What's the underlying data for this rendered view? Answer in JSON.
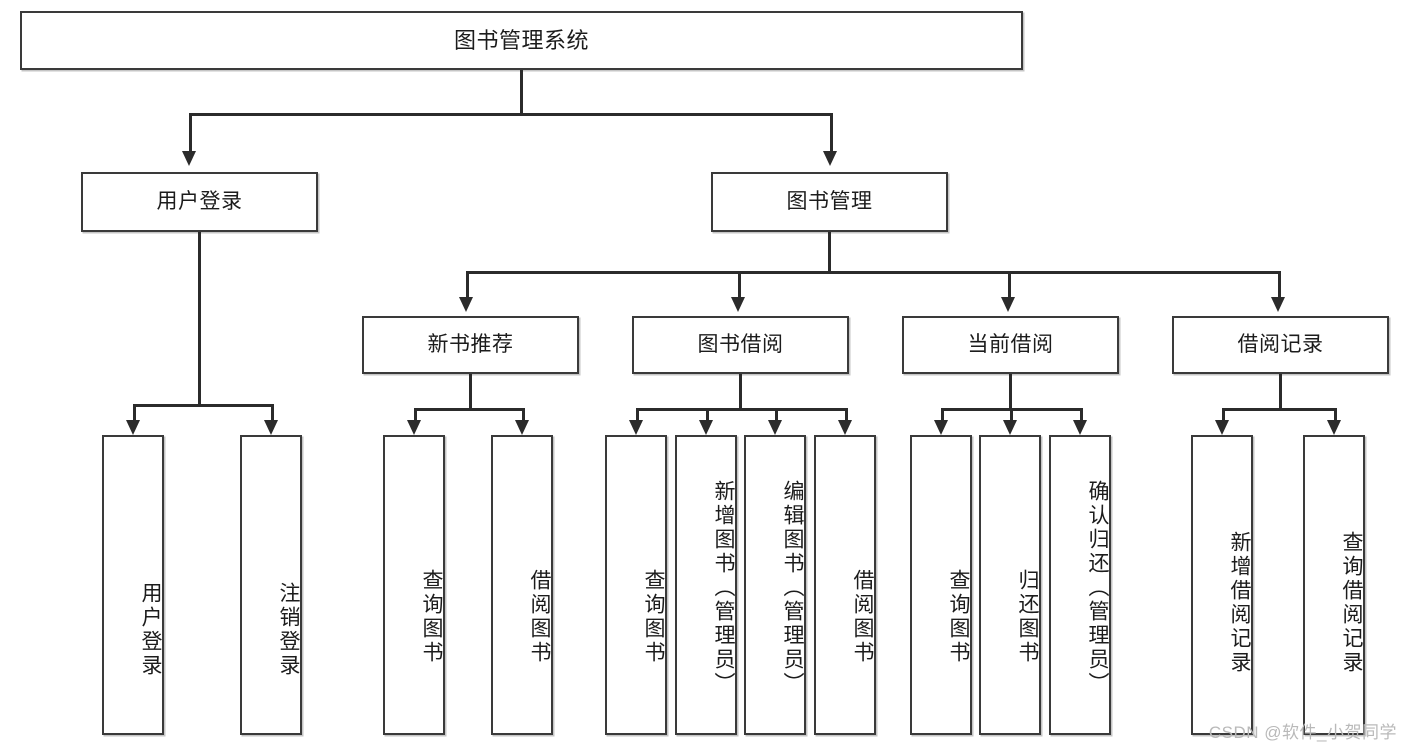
{
  "diagram": {
    "title": "图书管理系统",
    "type": "tree-hierarchy",
    "watermark": "CSDN @软件_小贺同学"
  },
  "nodes": {
    "root": {
      "label": "图书管理系统"
    },
    "level2": [
      {
        "label": "用户登录"
      },
      {
        "label": "图书管理"
      }
    ],
    "level3": [
      {
        "label": "新书推荐"
      },
      {
        "label": "图书借阅"
      },
      {
        "label": "当前借阅"
      },
      {
        "label": "借阅记录"
      }
    ],
    "leaves": {
      "user_login": [
        {
          "label": "用户登录"
        },
        {
          "label": "注销登录"
        }
      ],
      "new_book_recommend": [
        {
          "label": "查询图书"
        },
        {
          "label": "借阅图书"
        }
      ],
      "book_borrow": [
        {
          "label": "查询图书"
        },
        {
          "label": "新增图书（管理员）"
        },
        {
          "label": "编辑图书（管理员）"
        },
        {
          "label": "借阅图书"
        }
      ],
      "current_borrow": [
        {
          "label": "查询图书"
        },
        {
          "label": "归还图书"
        },
        {
          "label": "确认归还（管理员）"
        }
      ],
      "borrow_record": [
        {
          "label": "新增借阅记录"
        },
        {
          "label": "查询借阅记录"
        }
      ]
    }
  },
  "colors": {
    "border": "#3a3a3a",
    "line": "#2b2b2b",
    "background": "#ffffff",
    "text": "#1c1c1c",
    "watermark": "#b9b9b9"
  }
}
